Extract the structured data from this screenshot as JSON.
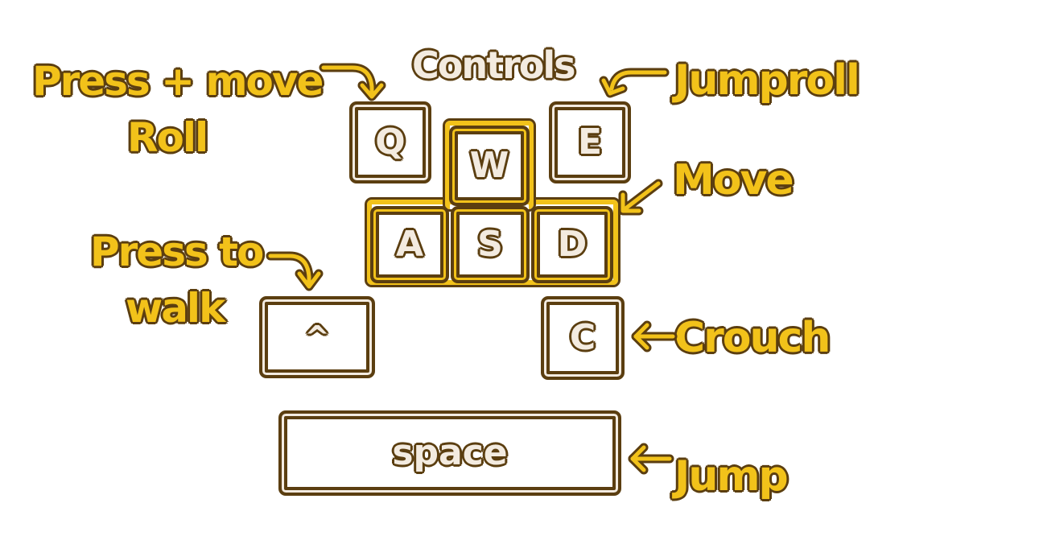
{
  "title": "Controls",
  "keys": {
    "q": "Q",
    "w": "W",
    "e": "E",
    "a": "A",
    "s": "S",
    "d": "D",
    "caret": "^",
    "c": "C",
    "space": "space"
  },
  "labels": {
    "roll_line1": "Press + move",
    "roll_line2": "Roll",
    "jumproll": "Jumproll",
    "move": "Move",
    "walk_line1": "Press to",
    "walk_line2": "walk",
    "crouch": "Crouch",
    "jump": "Jump"
  },
  "colors": {
    "label_fill": "#f2c21a",
    "outline": "#5b3e10",
    "key_text": "#f3ebe0",
    "background": "#ffffff"
  }
}
